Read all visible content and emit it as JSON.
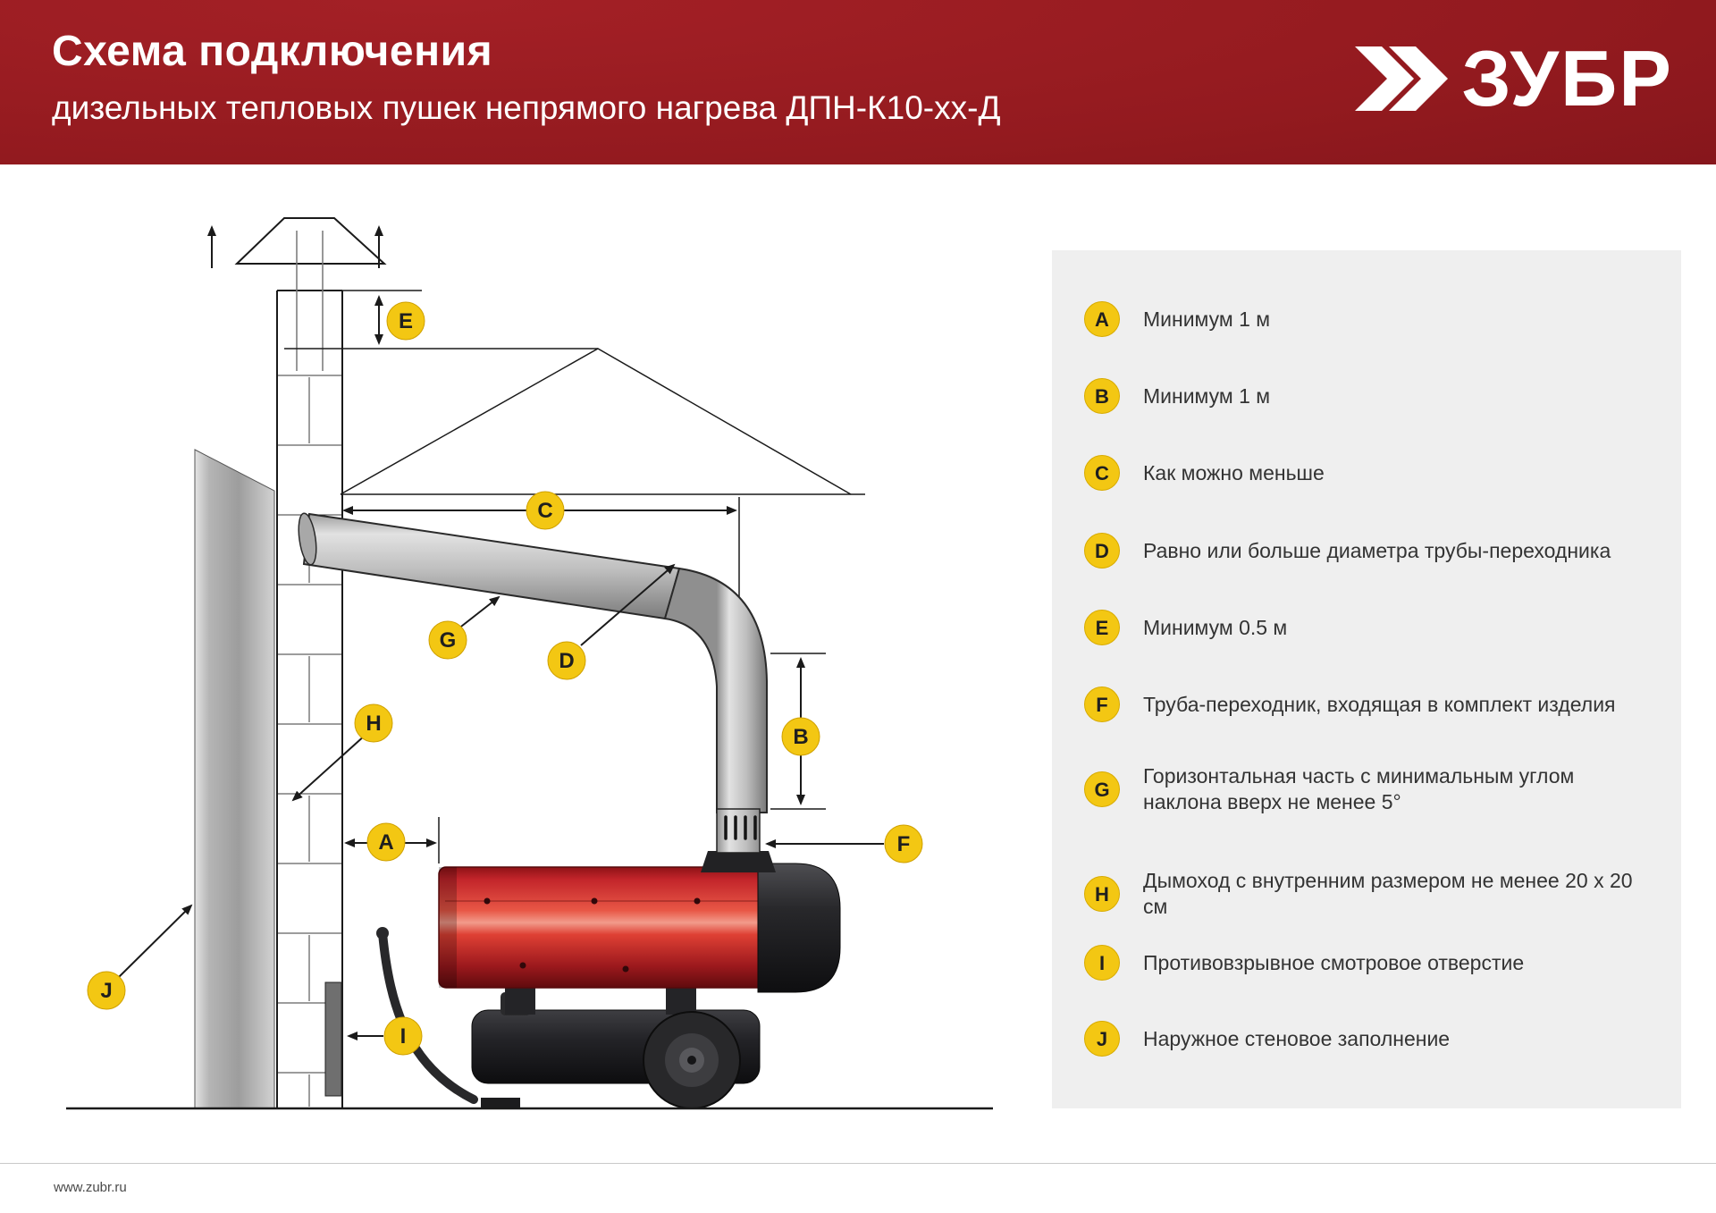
{
  "header": {
    "title": "Схема подключения",
    "subtitle": "дизельных тепловых пушек непрямого нагрева ДПН-К10-хх-Д",
    "brand": "ЗУБР",
    "brand_icon": "double-chevron-right-icon"
  },
  "legend": {
    "items": [
      {
        "key": "A",
        "text": "Минимум 1 м"
      },
      {
        "key": "B",
        "text": "Минимум 1 м"
      },
      {
        "key": "C",
        "text": "Как можно меньше"
      },
      {
        "key": "D",
        "text": "Равно или больше диаметра трубы-переходника"
      },
      {
        "key": "E",
        "text": "Минимум 0.5 м"
      },
      {
        "key": "F",
        "text": "Труба-переходник, входящая в комплект изделия"
      },
      {
        "key": "G",
        "text": "Горизонтальная часть с минимальным углом наклона вверх не менее 5°"
      },
      {
        "key": "H",
        "text": "Дымоход с внутренним размером не менее 20 x 20 см"
      },
      {
        "key": "I",
        "text": "Противовзрывное смотровое отверстие"
      },
      {
        "key": "J",
        "text": "Наружное стеновое заполнение"
      }
    ]
  },
  "footer": {
    "url": "www.zubr.ru"
  },
  "colors": {
    "header_red": "#931a1f",
    "accent_yellow": "#f3c713",
    "heater_red": "#c92227",
    "panel_gray": "#efefef",
    "line_dark": "#1a1a1a"
  }
}
